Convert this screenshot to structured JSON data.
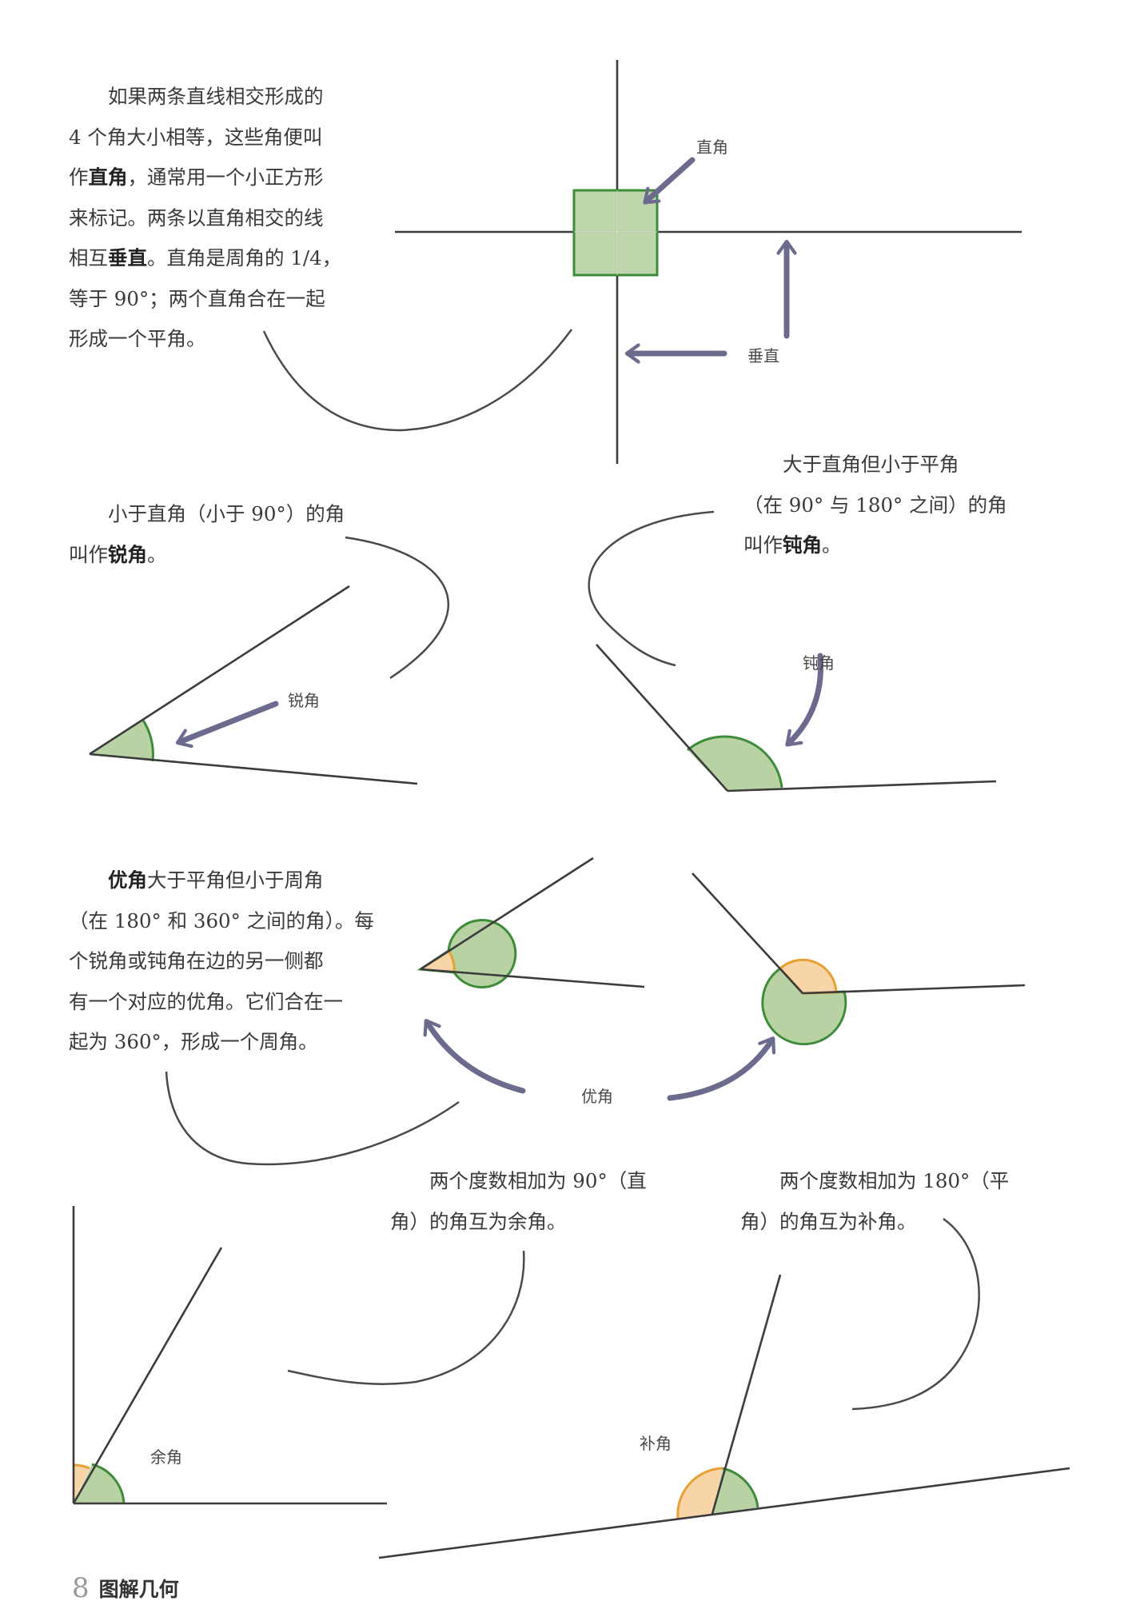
{
  "paragraphs": {
    "right_angle": {
      "l1": "如果两条直线相交形成的",
      "l2": "4 个角大小相等，这些角便叫",
      "l3a": "作",
      "l3b": "直角",
      "l3c": "，通常用一个小正方形",
      "l4": "来标记。两条以直角相交的线",
      "l5a": "相互",
      "l5b": "垂直",
      "l5c": "。直角是周角的 1/4，",
      "l6": "等于 90°；两个直角合在一起",
      "l7": "形成一个平角。"
    },
    "acute": {
      "l1": "小于直角（小于 90°）的角",
      "l2a": "叫作",
      "l2b": "锐角",
      "l2c": "。"
    },
    "obtuse": {
      "l1": "大于直角但小于平角",
      "l2": "（在 90° 与 180° 之间）的角",
      "l3a": "叫作",
      "l3b": "钝角",
      "l3c": "。"
    },
    "reflex": {
      "l1a": "优角",
      "l1b": "大于平角但小于周角",
      "l2": "（在 180° 和 360° 之间的角）。每",
      "l3": "个锐角或钝角在边的另一侧都",
      "l4": "有一个对应的优角。它们合在一",
      "l5": "起为 360°，形成一个周角。"
    },
    "complementary": {
      "l1": "两个度数相加为 90°（直",
      "l2": "角）的角互为余角。"
    },
    "supplementary": {
      "l1": "两个度数相加为 180°（平",
      "l2": "角）的角互为补角。"
    }
  },
  "labels": {
    "right_angle": "直角",
    "perpendicular": "垂直",
    "acute": "锐角",
    "obtuse": "钝角",
    "reflex": "优角",
    "complementary": "余角",
    "supplementary": "补角"
  },
  "footer": {
    "page_number": "8",
    "book_title": "图解几何"
  },
  "colors": {
    "line": "#3c3c3c",
    "arrow": "#6c6b8e",
    "green_fill": "#b8d2a4",
    "green_stroke": "#3e8c3a",
    "orange_fill": "#f8d5a6",
    "orange_stroke": "#e6a034"
  }
}
